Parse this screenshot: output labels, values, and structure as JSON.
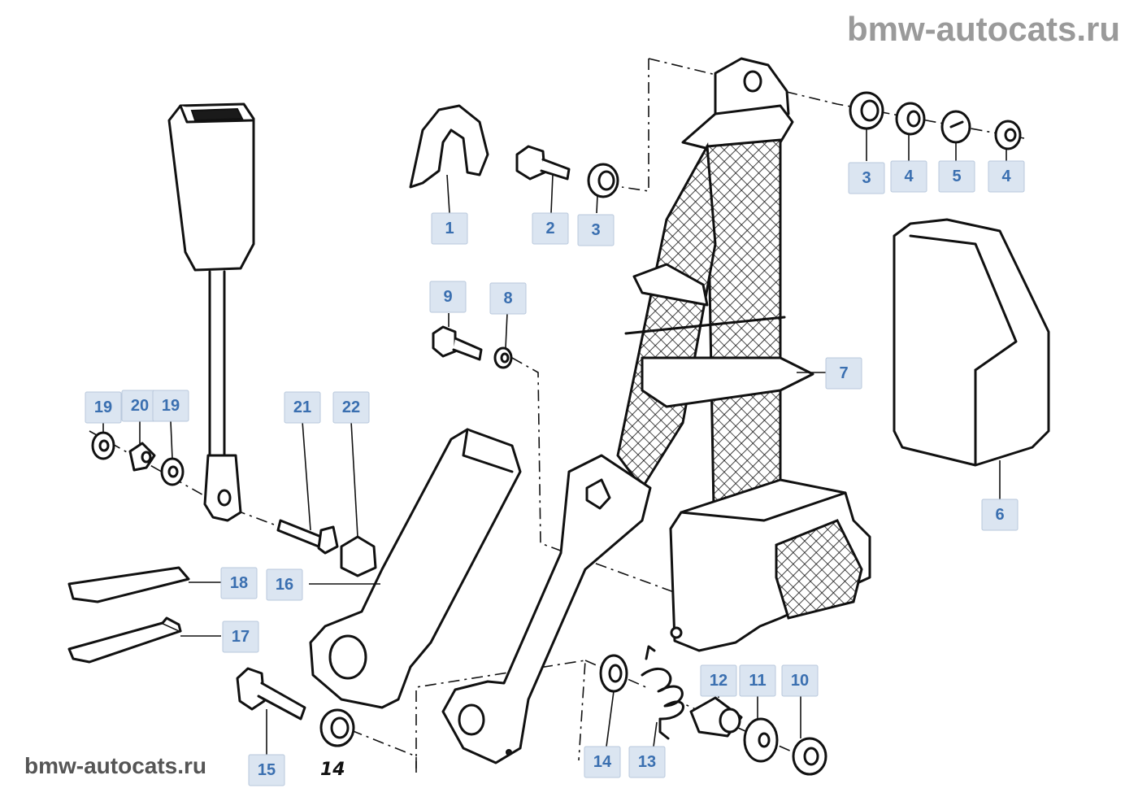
{
  "watermark_top": "bmw-autocats.ru",
  "watermark_bottom": "bmw-autocats.ru",
  "handwritten_label": "14",
  "callouts": [
    "1",
    "2",
    "3",
    "3",
    "4",
    "5",
    "4",
    "6",
    "7",
    "8",
    "9",
    "10",
    "11",
    "12",
    "13",
    "14",
    "15",
    "16",
    "17",
    "18",
    "19",
    "20",
    "19",
    "21",
    "22"
  ],
  "colors": {
    "callout_bg": "#dbe5f1",
    "callout_text": "#3a6fb0",
    "line": "#111111"
  }
}
